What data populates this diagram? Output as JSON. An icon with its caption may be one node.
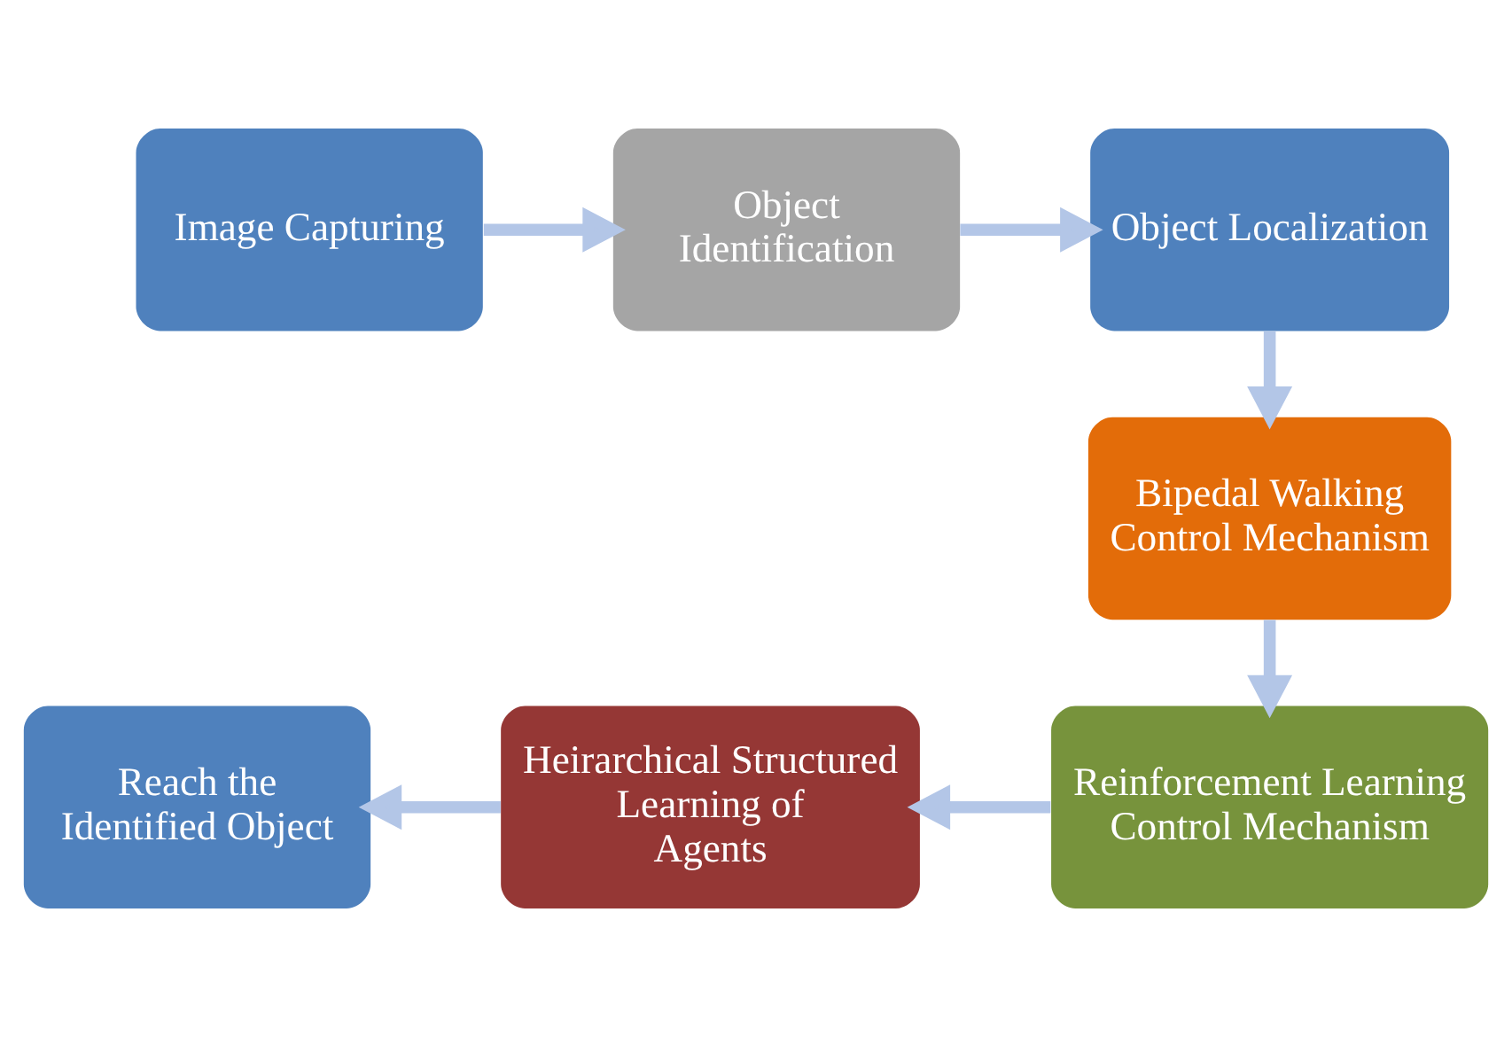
{
  "diagram": {
    "nodes": [
      {
        "text": [
          "Image Capturing"
        ]
      },
      {
        "text": [
          "Object Identification"
        ]
      },
      {
        "text": [
          "Object Localization"
        ]
      },
      {
        "text": [
          "Bipedal Walking Control Mechanism"
        ]
      },
      {
        "text": [
          "Reinforcement Learning Control Mechanism"
        ]
      },
      {
        "text": [
          "Heirarchical Structured Learning of Agents"
        ]
      },
      {
        "text": [
          "Reach the Identified Object"
        ]
      }
    ],
    "edges": [
      {
        "from": 0,
        "to": 1,
        "arrow": "to"
      },
      {
        "from": 1,
        "to": 2,
        "arrow": "to"
      },
      {
        "from": 2,
        "to": 3,
        "arrow": "to"
      },
      {
        "from": 3,
        "to": 4,
        "arrow": "to"
      },
      {
        "from": 4,
        "to": 5,
        "arrow": "to"
      },
      {
        "from": 5,
        "to": 6,
        "arrow": "to"
      }
    ]
  }
}
